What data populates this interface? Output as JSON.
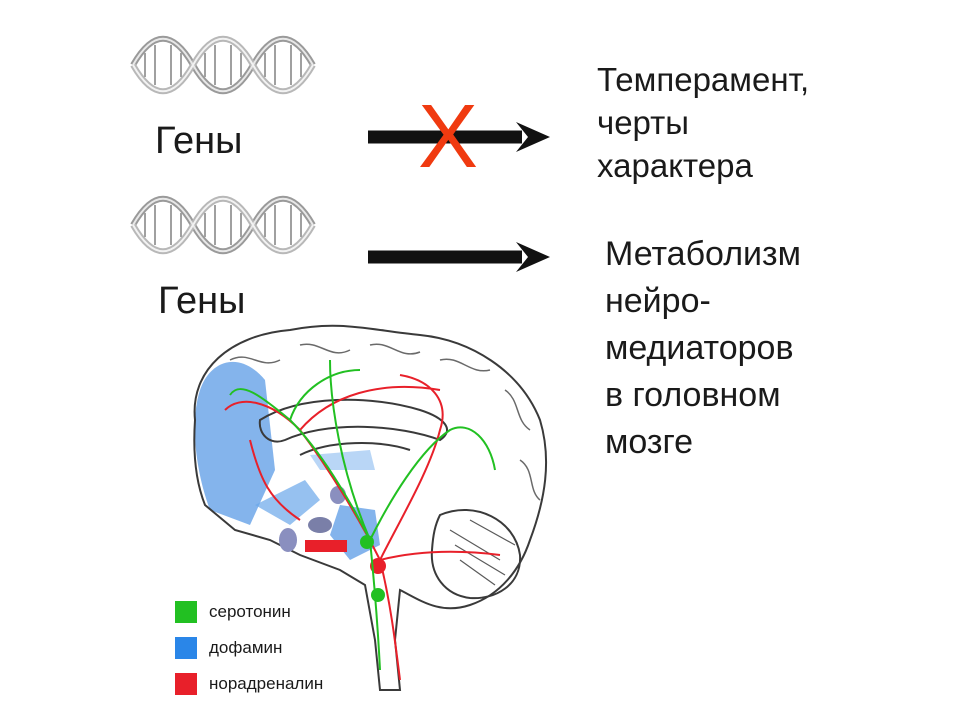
{
  "rows": [
    {
      "gene_label": "Гены",
      "outcome_lines": [
        "Темперамент,",
        "черты",
        "характера"
      ],
      "blocked_mark": "X"
    },
    {
      "gene_label": "Гены",
      "outcome_lines": [
        "Метаболизм",
        "нейро-",
        "медиаторов",
        "в головном",
        "мозге"
      ]
    }
  ],
  "legend": [
    {
      "label": "серотонин",
      "color": "#22c022"
    },
    {
      "label": "дофамин",
      "color": "#2a86e8"
    },
    {
      "label": "норадреналин",
      "color": "#e8202a"
    }
  ],
  "colors": {
    "arrow": "#111111",
    "blocked_mark": "#f03a10",
    "brain_outline": "#3a3a3a",
    "dopamine_area": "#5b9be6",
    "noradrenaline_area": "#e8202a",
    "serotonin_area": "#22c022"
  },
  "icons": [
    "dna-helix-icon",
    "arrow-right-icon",
    "cross-icon",
    "brain-illustration"
  ]
}
